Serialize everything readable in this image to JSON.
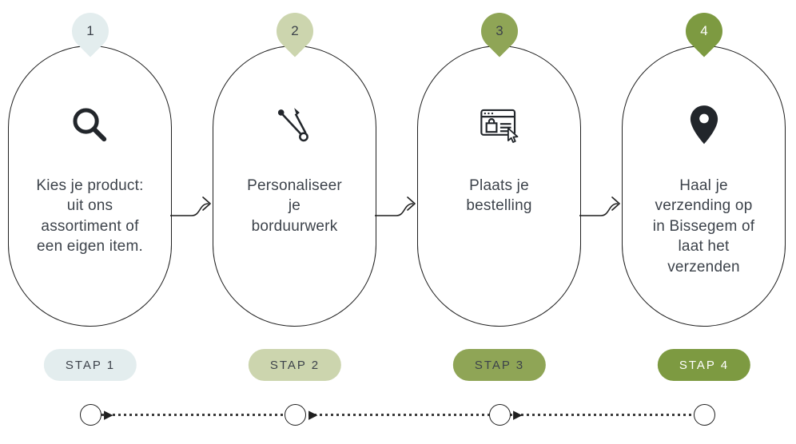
{
  "colors": {
    "step1": "#e3edee",
    "step2": "#ccd5ae",
    "step3": "#8fa556",
    "step4": "#7d9a41",
    "ink": "#3d434b",
    "step4-text": "#ffffff",
    "stroke": "#1f1f1f"
  },
  "steps": [
    {
      "number": "1",
      "title": "Kies je product:\nuit ons\nassortiment of\neen eigen item.",
      "label": "STAP 1",
      "icon": "search-icon"
    },
    {
      "number": "2",
      "title": "Personaliseer\nje\nborduurwerk",
      "label": "STAP 2",
      "icon": "safety-pin-icon"
    },
    {
      "number": "3",
      "title": "Plaats je\nbestelling",
      "label": "STAP 3",
      "icon": "order-window-icon"
    },
    {
      "number": "4",
      "title": "Haal je\nverzending op\nin Bissegem of\nlaat het\nverzenden",
      "label": "STAP 4",
      "icon": "location-pin-icon"
    }
  ],
  "timeline": {
    "arrow_glyph": "▶"
  }
}
